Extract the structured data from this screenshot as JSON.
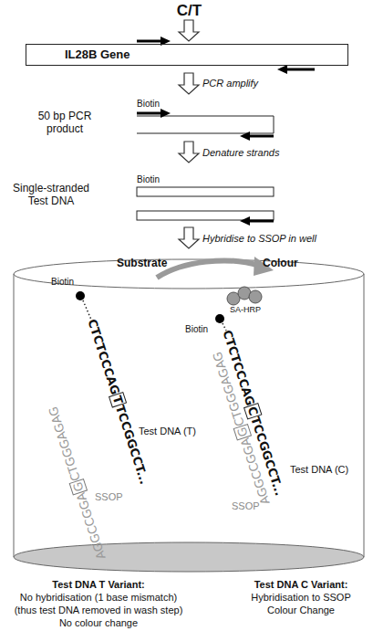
{
  "diagram": {
    "nodes": [
      {
        "text": [
          "IL28B Gene"
        ]
      }
    ],
    "labels": [
      "C/T",
      "PCR amplify",
      "50 bp PCR product",
      "Biotin",
      "Denature strands",
      "Single-stranded Test DNA",
      "Biotin",
      "Hybridise to SSOP in well",
      "Substrate",
      "Colour",
      "Biotin",
      "SA-HRP",
      "CTCTCCCAG",
      "T",
      "TCCGGCCT...",
      "Biotin",
      "CTCTCCCAG",
      "C",
      "TCCGGCCT...",
      "Test DNA (T)",
      "AGGCCGGA",
      "G",
      "CTGGGAGAG",
      "Test DNA (C)",
      "AGGCCGGA",
      "G",
      "CTGGGAGAG",
      "SSOP",
      "SSOP",
      "Test DNA T Variant:",
      "No hybridisation (1 base mismatch)",
      "(thus test DNA removed in wash step)",
      "No colour change",
      "Test DNA C Variant:",
      "Hybridisation to SSOP",
      "Colour Change"
    ]
  }
}
